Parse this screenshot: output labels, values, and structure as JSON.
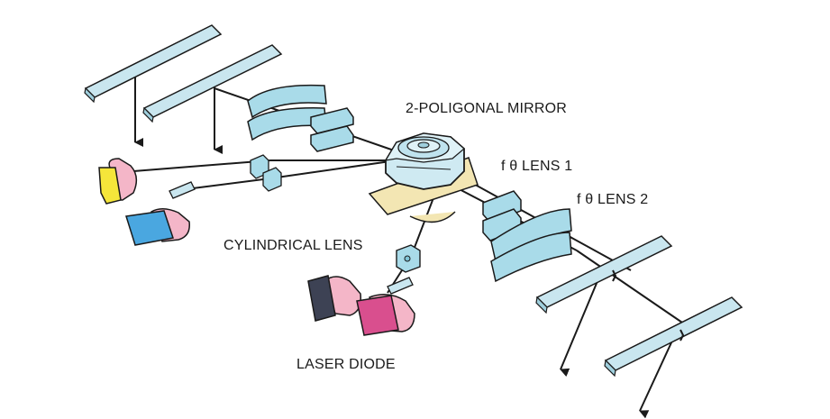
{
  "labels": {
    "polygonal_mirror": "2-POLIGONAL MIRROR",
    "f_theta_lens_1": "f θ LENS 1",
    "f_theta_lens_2": "f θ LENS 2",
    "cylindrical_lens": "CYLINDRICAL LENS",
    "laser_diode": "LASER DIODE"
  },
  "colors": {
    "lens": "#a9dbe9",
    "lens_dark": "#7fc3d6",
    "mirror": "#c9e6ef",
    "base": "#f3e6b3",
    "pink": "#f4b6c8",
    "yellow": "#f5e63a",
    "blue": "#4aa7e0",
    "magenta": "#d94f8e",
    "dark_chip": "#3d4254",
    "drum": "#cfeaf2",
    "line": "#1a1a1a"
  }
}
